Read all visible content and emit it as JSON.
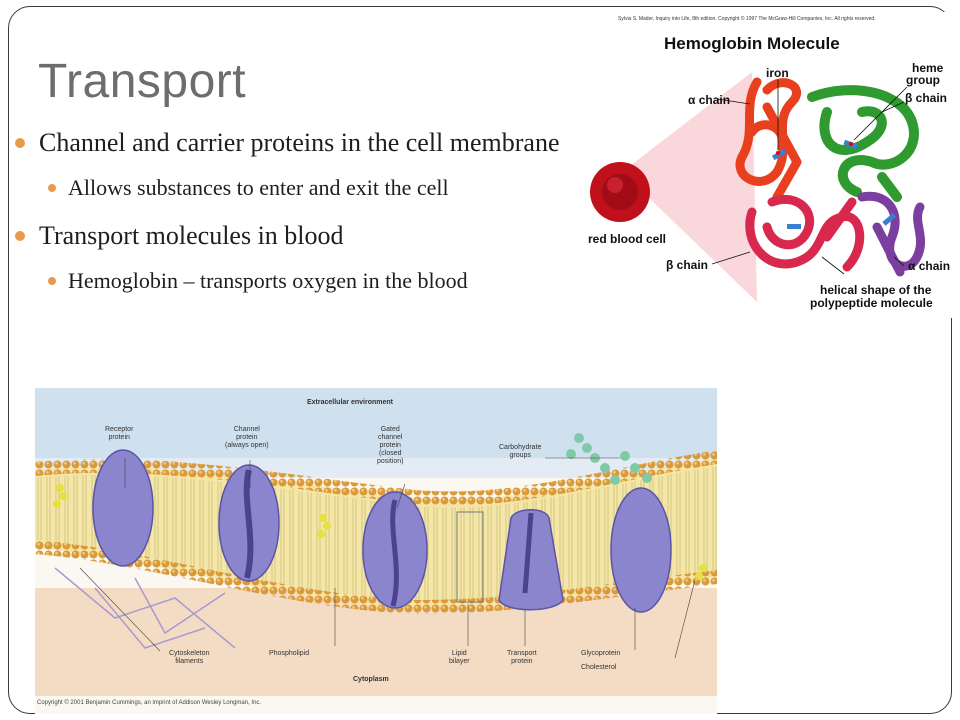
{
  "slide": {
    "title": "Transport",
    "bullets": [
      {
        "text": "Channel and carrier proteins in the cell membrane",
        "level": 1
      },
      {
        "text": "Allows substances to enter and exit the cell",
        "level": 2
      },
      {
        "text": "Transport molecules in blood",
        "level": 1
      },
      {
        "text": "Hemoglobin – transports oxygen in the blood",
        "level": 2
      }
    ]
  },
  "hemoglobin_figure": {
    "credit": "Sylvia S. Mader, Inquiry into Life, 8th edition. Copyright © 1997 The McGraw-Hill Companies, Inc. All rights reserved.",
    "title": "Hemoglobin Molecule",
    "labels": {
      "iron": "iron",
      "heme_line1": "heme",
      "heme_line2": "group",
      "alpha_top": "α chain",
      "beta_top": "β chain",
      "red_blood_cell": "red blood cell",
      "beta_bottom": "β chain",
      "alpha_bottom": "α chain",
      "helical_line1": "helical shape of the",
      "helical_line2": "polypeptide molecule"
    },
    "colors": {
      "alpha_chain": "#e8401e",
      "beta_chain": "#2f9a2f",
      "alpha_chain_2": "#7b3fa0",
      "beta_chain_2": "#d8284e",
      "red_blood_cell": "#c0101c"
    }
  },
  "membrane_figure": {
    "labels": {
      "extracellular": "Extracellular environment",
      "receptor": [
        "Receptor",
        "protein"
      ],
      "channel": [
        "Channel",
        "protein",
        "(always open)"
      ],
      "gated": [
        "Gated",
        "channel",
        "protein",
        "(closed",
        "position)"
      ],
      "carbohydrate": [
        "Carbohydrate",
        "groups"
      ],
      "cytoskeleton": [
        "Cytoskeleton",
        "filaments"
      ],
      "phospholipid": "Phospholipid",
      "cytoplasm": "Cytoplasm",
      "lipid_bilayer": [
        "Lipid",
        "bilayer"
      ],
      "transport_protein": [
        "Transport",
        "protein"
      ],
      "glycoprotein": "Glycoprotein",
      "cholesterol": "Cholesterol"
    },
    "credit": "Copyright © 2001 Benjamin Cummings, an imprint of Addison Wesley Longman, Inc.",
    "colors": {
      "protein": "#8a85cc",
      "lipid_head": "#d99a3c",
      "bilayer": "#f5e6a8",
      "background": "#fbf8f2"
    }
  }
}
